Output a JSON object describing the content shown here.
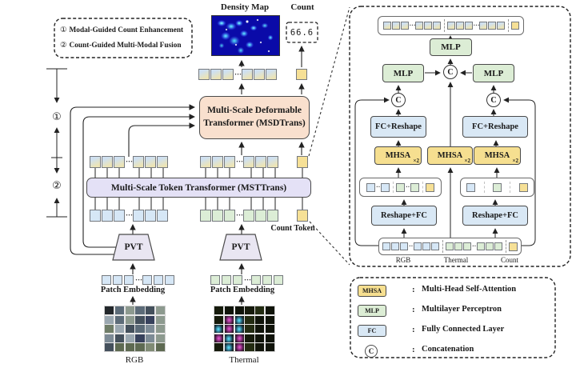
{
  "palette": {
    "token_blue": "#d6e7f6",
    "token_green": "#dcedd6",
    "token_yellow": "#f6e096",
    "token_fused_from": "#cfe0f0",
    "token_fused_to": "#ece4b6",
    "msdtrans_fill": "#f9e0ce",
    "msttrans_fill": "#e4e1f6",
    "pvt_fill": "#e9e6f2",
    "mhsa_fill": "#f6df90",
    "mlp_fill": "#dcedd5",
    "fc_fill": "#d9e8f5",
    "density_map_bg": "#0a0aa8",
    "line": "#222222"
  },
  "glyphs": {
    "dots": "···"
  },
  "annotations": {
    "info_box": {
      "items": [
        {
          "marker": "①",
          "text": "Modal-Guided Count Enhancement"
        },
        {
          "marker": "②",
          "text": "Count-Guided Multi-Modal Fusion"
        }
      ]
    },
    "stage_markers": {
      "s1": "①",
      "s2": "②"
    }
  },
  "outputs": {
    "density_map_label": "Density Map",
    "count_label": "Count",
    "count_value": "66.6"
  },
  "main": {
    "msdtrans": {
      "line1": "Multi-Scale Deformable",
      "line2": "Transformer (MSDTrans)"
    },
    "msttrans": "Multi-Scale Token Transformer (MSTTrans)",
    "count_token_label": "Count Token",
    "pvt": "PVT",
    "patch_embedding": "Patch Embedding",
    "rgb_label": "RGB",
    "thermal_label": "Thermal"
  },
  "panel": {
    "mlp": "MLP",
    "mhsa": "MHSA",
    "mhsa_sub": "×2",
    "fc_reshape": "FC+Reshape",
    "reshape_fc": "Reshape+FC",
    "concat": "C",
    "labels": {
      "rgb": "RGB",
      "thermal": "Thermal",
      "count": "Count"
    }
  },
  "legend": {
    "colon": ":",
    "items": [
      {
        "symbol": "MHSA",
        "text": "Multi-Head Self-Attention"
      },
      {
        "symbol": "MLP",
        "text": "Multilayer Perceptron"
      },
      {
        "symbol": "FC",
        "text": "Fully Connected Layer"
      },
      {
        "symbol": "C",
        "text": "Concatenation"
      }
    ]
  }
}
